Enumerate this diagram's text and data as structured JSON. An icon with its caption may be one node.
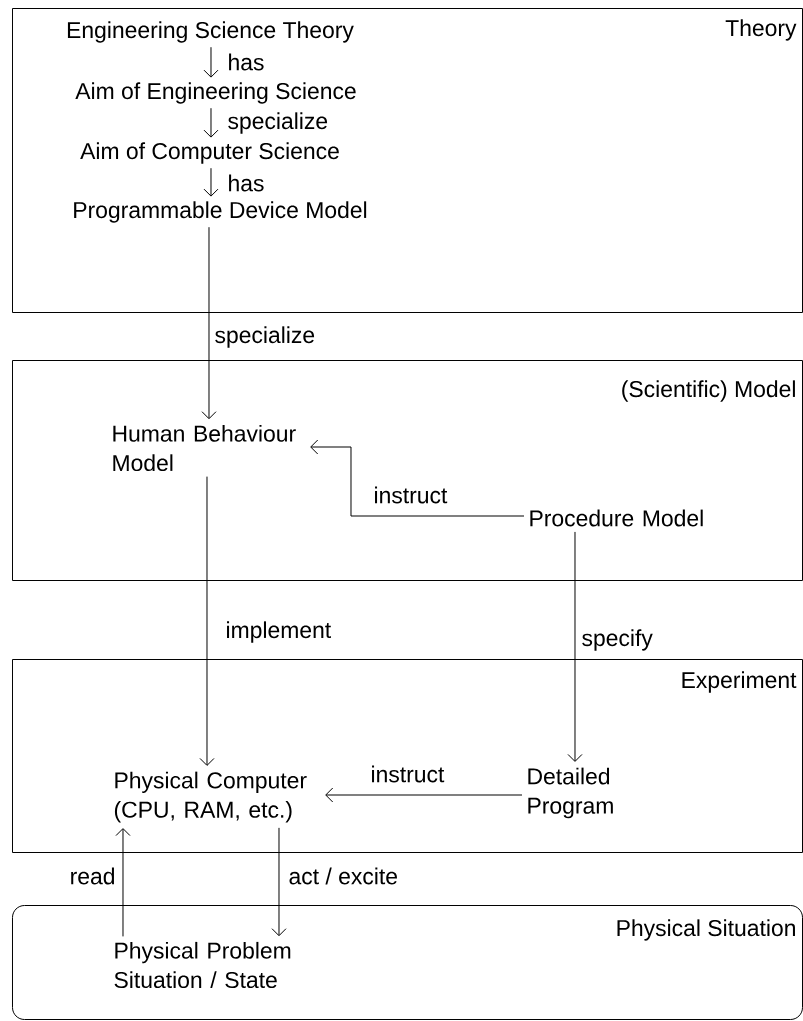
{
  "diagram": {
    "nodes": [
      {
        "text": [
          "Theory"
        ]
      },
      {
        "text": [
          "Engineering Science Theory"
        ],
        "in": 0
      },
      {
        "text": [
          "Aim of Engineering Science"
        ],
        "in": 0
      },
      {
        "text": [
          "Aim of Computer Science"
        ],
        "in": 0
      },
      {
        "text": [
          "Programmable Device Model"
        ],
        "in": 0
      },
      {
        "text": [
          "(Scientific) Model"
        ]
      },
      {
        "text": [
          "Human Behaviour Model"
        ],
        "in": 5
      },
      {
        "text": [
          "Procedure Model"
        ],
        "in": 5
      },
      {
        "text": [
          "Experiment"
        ]
      },
      {
        "text": [
          "Physical Computer (CPU, RAM, etc.)"
        ],
        "in": 8
      },
      {
        "text": [
          "Detailed Program"
        ],
        "in": 8
      },
      {
        "text": [
          "Physical Situation"
        ]
      },
      {
        "text": [
          "Physical Problem Situation / State"
        ],
        "in": 11
      }
    ],
    "edges": [
      {
        "from": 1,
        "to": 2,
        "arrow": "to",
        "label": "has"
      },
      {
        "from": 2,
        "to": 3,
        "arrow": "to",
        "label": "specialize"
      },
      {
        "from": 3,
        "to": 4,
        "arrow": "to",
        "label": "has"
      },
      {
        "from": 4,
        "to": 6,
        "arrow": "to",
        "label": "specialize"
      },
      {
        "from": 7,
        "to": 6,
        "arrow": "to",
        "label": "instruct"
      },
      {
        "from": 6,
        "to": 9,
        "arrow": "to",
        "label": "implement"
      },
      {
        "from": 7,
        "to": 10,
        "arrow": "to",
        "label": "specify"
      },
      {
        "from": 10,
        "to": 9,
        "arrow": "to",
        "label": "instruct"
      },
      {
        "from": 12,
        "to": 9,
        "arrow": "to",
        "label": "read"
      },
      {
        "from": 9,
        "to": 12,
        "arrow": "to",
        "label": "act / excite"
      }
    ]
  }
}
